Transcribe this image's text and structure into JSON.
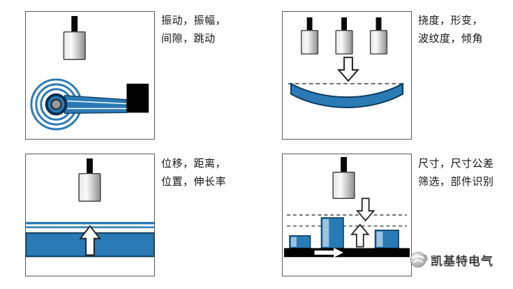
{
  "panels": {
    "vibration": {
      "label": "振动，振幅，\n间隙，跳动"
    },
    "deflection": {
      "label": "挠度，形变，\n波纹度，倾角"
    },
    "displacement": {
      "label": "位移，距离，\n位置，伸长率"
    },
    "dimension": {
      "label": "尺寸，尺寸公差\n筛选，部件识别"
    }
  },
  "watermark": {
    "brand": "凯基特电气"
  },
  "colors": {
    "sensor_blue": "#2a7ab5",
    "dark_blue": "#0d3a5c",
    "belt_black": "#000000",
    "outline_gray": "#5a5a5a"
  }
}
